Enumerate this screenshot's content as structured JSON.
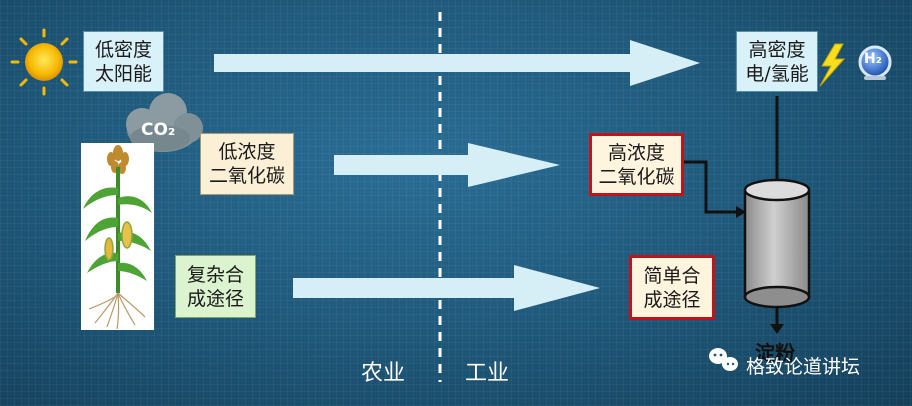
{
  "boxes": {
    "low_energy": "低密度\n太阳能",
    "high_energy": "高密度\n电/氢能",
    "low_co2": "低浓度\n二氧化碳",
    "high_co2": "高浓度\n二氧化碳",
    "complex_path": "复杂合\n成途径",
    "simple_path": "简单合\n成途径"
  },
  "co2_label": "CO₂",
  "h2_label": "H₂",
  "zones": {
    "agriculture": "农业",
    "industry": "工业"
  },
  "product": "淀粉",
  "watermark": "格致论道讲坛",
  "colors": {
    "arrow_fill": "#d6eef6",
    "box_red_border": "#c0141c",
    "bolt": "#f7df1e",
    "sun": "#f6b800"
  }
}
